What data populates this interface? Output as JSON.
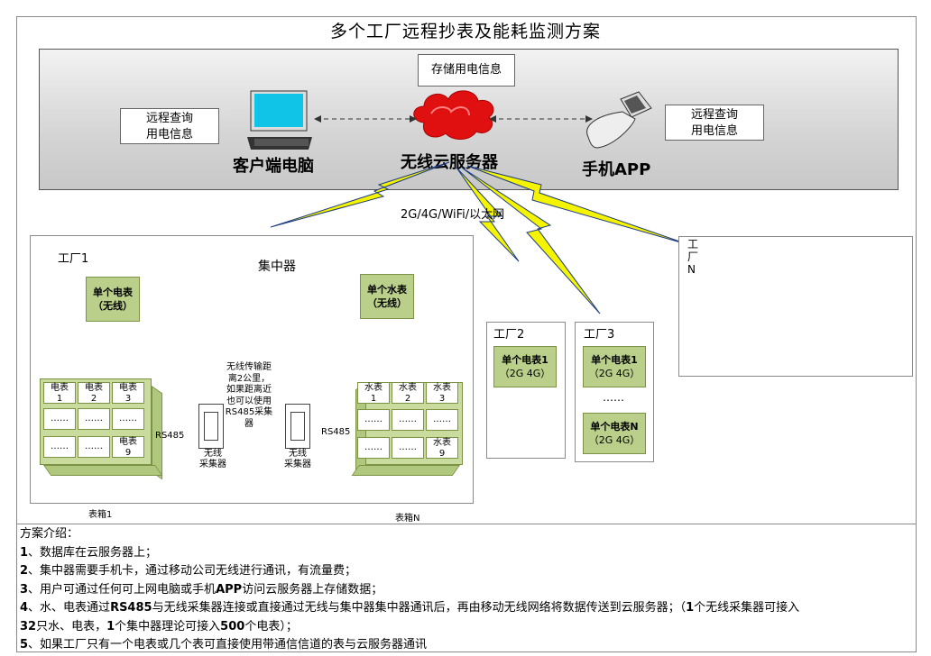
{
  "title": "多个工厂远程抄表及能耗监测方案",
  "server_panel": {
    "storage_label": "存储用电信息",
    "query_left_line1": "远程查询",
    "query_left_line2": "用电信息",
    "query_right_line1": "远程查询",
    "query_right_line2": "用电信息",
    "client_pc_label": "客户端电脑",
    "cloud_server_label": "无线云服务器",
    "mobile_app_label": "手机APP"
  },
  "network_label": "2G/4G/WiFi/以太网",
  "factory1": {
    "name": "工厂1",
    "concentrator_label": "集中器",
    "single_electric_meter_line1": "单个电表",
    "single_electric_meter_line2": "（无线）",
    "single_water_meter_line1": "单个水表",
    "single_water_meter_line2": "（无线）",
    "wireless_note_lines": [
      "无线传输距",
      "离2公里，",
      "如果距离近",
      "也可以使用",
      "RS485采集",
      "器"
    ],
    "electric_cells": [
      "电表\n1",
      "电表\n2",
      "电表\n3",
      "……",
      "……",
      "……",
      "……",
      "……",
      "电表\n9"
    ],
    "water_cells": [
      "水表\n1",
      "水表\n2",
      "水表\n3",
      "……",
      "……",
      "……",
      "……",
      "……",
      "水表\n9"
    ],
    "rs485_left": "RS485",
    "rs485_right": "RS485",
    "collector_label_line1": "无线",
    "collector_label_line2": "采集器",
    "cabinet_left_label": "表箱1",
    "cabinet_right_label": "表箱N"
  },
  "factory2": {
    "name": "工厂2",
    "meter_line1": "单个电表1",
    "meter_line2": "（2G 4G）"
  },
  "factory3": {
    "name": "工厂3",
    "meter1_line1": "单个电表1",
    "meter1_line2": "（2G 4G）",
    "ellipsis": "……",
    "meterN_line1": "单个电表N",
    "meterN_line2": "（2G 4G）"
  },
  "factoryN": {
    "name_line1": "工",
    "name_line2": "厂",
    "name_line3": "N"
  },
  "description": {
    "heading": "方案介绍：",
    "item1_num": "1",
    "item1": "、数据库在云服务器上；",
    "item2_num": "2",
    "item2": "、集中器需要手机卡，通过移动公司无线进行通讯，有流量费；",
    "item3_num": "3",
    "item3_a": "、用户可通过任何可上网电脑或手机",
    "item3_app": "APP",
    "item3_b": "访问云服务器上存储数据；",
    "item4_num": "4",
    "item4_a": "、水、电表通过",
    "item4_rs": "RS485",
    "item4_b": "与无线采集器连接或直接通过无线与集中器集中器通讯后，再由移动无线网络将数据传送到云服务器；（",
    "item4_one": "1",
    "item4_c": "个无线采集器可接入",
    "item4_32": "32",
    "item4_d": "只水、电表，",
    "item4_one2": "1",
    "item4_e": "个集中器理论可接入",
    "item4_500": "500",
    "item4_f": "个电表）；",
    "item5_num": "5",
    "item5": "、如果工厂只有一个电表或几个表可直接使用带通信信道的表与云服务器通讯"
  },
  "colors": {
    "meter_green": "#b9cf8a",
    "cabinet_green": "#c9dc9d",
    "lightning_yellow": "#f4f400",
    "cloud_red": "#e01010"
  }
}
